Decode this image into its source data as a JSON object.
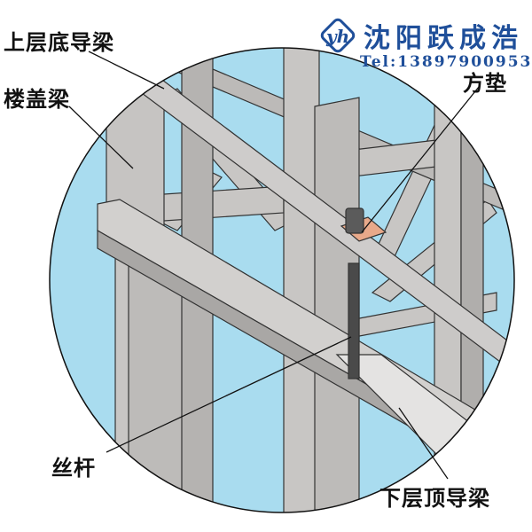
{
  "logo": {
    "company": "沈阳跃成浩",
    "tel": "Tel:13897900953",
    "mark": "yh"
  },
  "labels": {
    "upper_bottom_guide_beam": "上层底导梁",
    "floor_cover_beam": "楼盖梁",
    "square_washer": "方垫",
    "screw_rod": "丝杆",
    "lower_top_guide_beam": "下层顶导梁"
  },
  "colors": {
    "sky": "#a9dcef",
    "steel": "#c8c6c4",
    "steel_dark": "#a9a7a5",
    "logo": "#1f4f9a",
    "washer": "#e8a98a"
  }
}
